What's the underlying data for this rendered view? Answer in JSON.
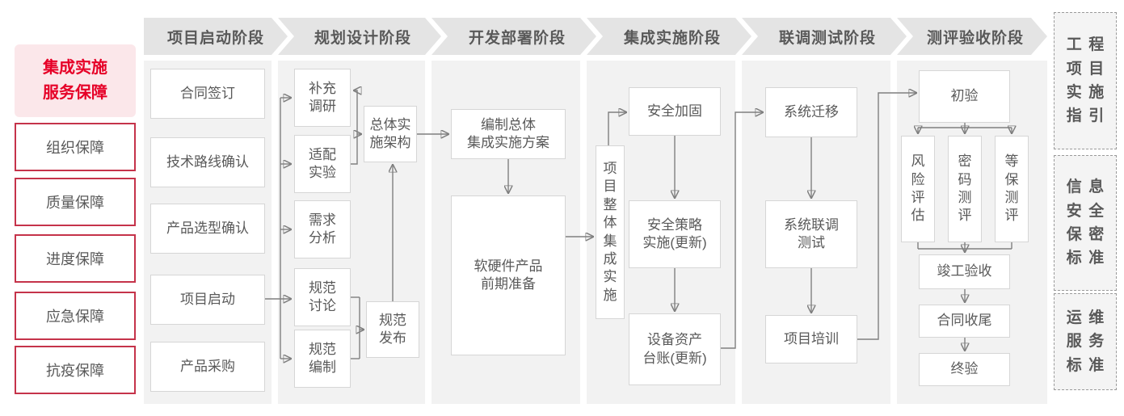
{
  "colors": {
    "accent_red": "#c5334a",
    "title_red": "#e60027",
    "title_bg": "#fbe7ea",
    "panel_gray": "#f2f2f2",
    "header_gray": "#e4e4e4",
    "text_gray": "#595959",
    "line_gray": "#7f7f7f"
  },
  "sidebar": {
    "title": "集成实施\n服务保障",
    "items": [
      "组织保障",
      "质量保障",
      "进度保障",
      "应急保障",
      "抗疫保障"
    ]
  },
  "phases": [
    "项目启动阶段",
    "规划设计阶段",
    "开发部署阶段",
    "集成实施阶段",
    "联调测试阶段",
    "测评验收阶段"
  ],
  "nodes": {
    "contract_signing": "合同签订",
    "tech_route_confirm": "技术路线确认",
    "product_selection_confirm": "产品选型确认",
    "project_kickoff": "项目启动",
    "product_procurement": "产品采购",
    "supplementary_research": "补充\n调研",
    "adaptation_test": "适配\n实验",
    "requirement_analysis": "需求\n分析",
    "spec_discussion": "规范\n讨论",
    "spec_drafting": "规范\n编制",
    "overall_impl_architecture": "总体实\n施架构",
    "spec_release": "规范\n发布",
    "overall_plan_drafting": "编制总体\n集成实施方案",
    "hw_sw_preparation": "软硬件产品\n前期准备",
    "overall_integration_impl": "项\n目\n整\n体\n集\n成\n实\n施",
    "security_hardening": "安全加固",
    "security_policy_impl": "安全策略\n实施(更新)",
    "asset_ledger_update": "设备资产\n台账(更新)",
    "system_migration": "系统迁移",
    "joint_debug_test": "系统联调\n测试",
    "project_training": "项目培训",
    "initial_acceptance": "初验",
    "risk_assessment": "风\n险\n评\n估",
    "crypto_evaluation": "密\n码\n测\n评",
    "mlps_evaluation": "等\n保\n测\n评",
    "completion_acceptance": "竣工验收",
    "contract_closure": "合同收尾",
    "final_acceptance": "终验"
  },
  "standards": [
    "工程\n项目\n实施\n指引",
    "信息\n安全\n保密\n标准",
    "运维\n服务\n标准"
  ]
}
